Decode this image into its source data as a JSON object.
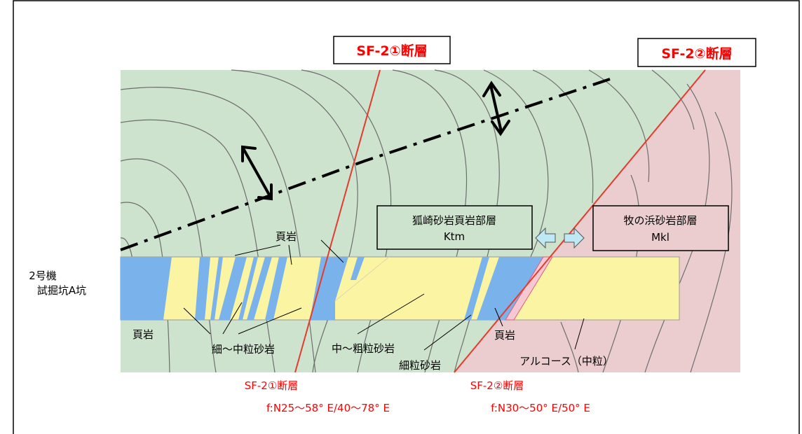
{
  "fault1": {
    "box_label": "SF-2①断層",
    "bottom_label": "SF-2①断層",
    "orientation": "f:N25～58° E/40～78° E"
  },
  "fault2": {
    "box_label": "SF-2②断層",
    "bottom_label": "SF-2②断層",
    "orientation": "f:N30～50° E/50° E"
  },
  "units": {
    "left": {
      "name": "狐崎砂岩頁岩部層",
      "code": "Ktm"
    },
    "right": {
      "name": "牧の浜砂岩部層",
      "code": "Mkl"
    }
  },
  "tunnel": {
    "line1": "2号機",
    "line2": "試掘坑A坑"
  },
  "rock_labels": {
    "shale_top": "頁岩",
    "shale_left": "頁岩",
    "shale_right": "頁岩",
    "fine_medium_sandstone": "細～中粒砂岩",
    "medium_coarse_sandstone": "中～粗粒砂岩",
    "fine_sandstone": "細粒砂岩",
    "arkose": "アルコース（中粒）"
  },
  "colors": {
    "green_zone": "#cde3cd",
    "pink_zone": "#ebcdcf",
    "tunnel_yellow": "#fbf5a3",
    "tunnel_blue": "#7ab3ec",
    "fault_red": "#e33b2e",
    "label_red": "#ff0000"
  }
}
